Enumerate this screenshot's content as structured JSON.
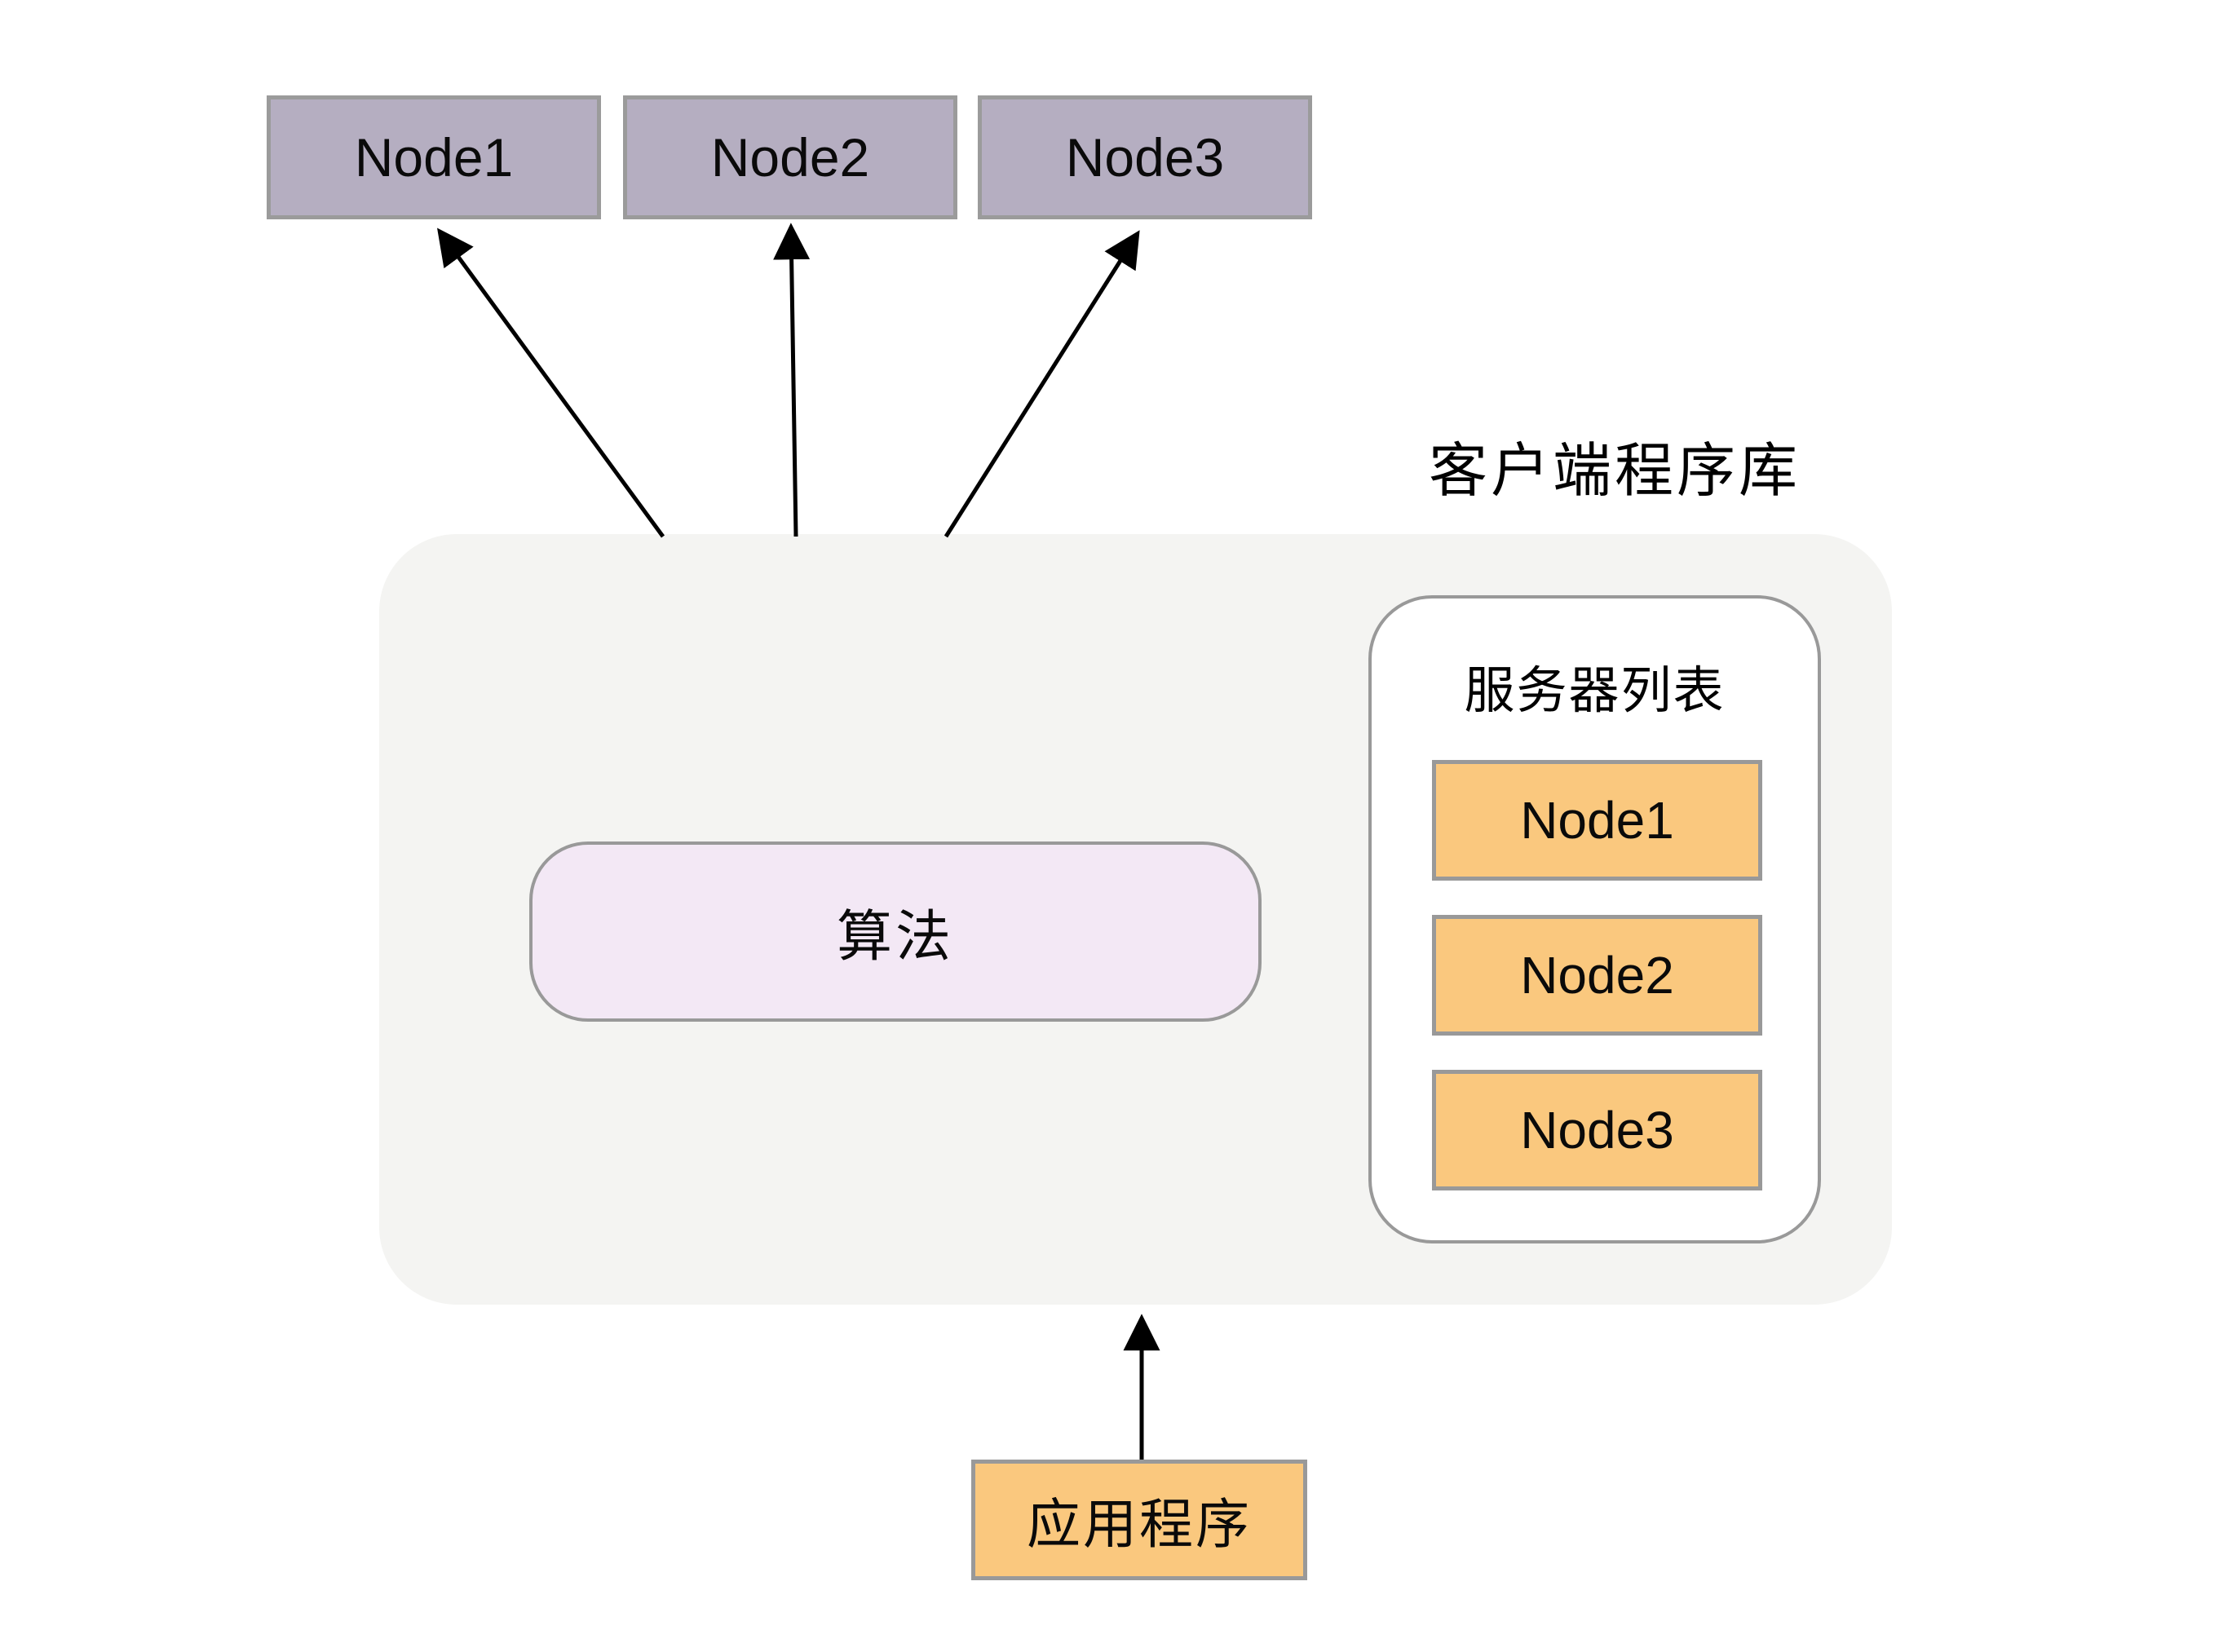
{
  "diagram": {
    "client_library_label": "客户端程序库",
    "algorithm_label": "算法",
    "application_label": "应用程序",
    "top_nodes": [
      "Node1",
      "Node2",
      "Node3"
    ],
    "server_list": {
      "title": "服务器列表",
      "nodes": [
        "Node1",
        "Node2",
        "Node3"
      ]
    },
    "colors": {
      "top_node_fill": "#b5aec1",
      "top_node_border": "#9b9b9b",
      "server_node_fill": "#fac87e",
      "application_fill": "#fac87e",
      "algorithm_fill": "#f3e8f5",
      "client_library_container_fill": "#f4f4f2",
      "server_list_fill": "#ffffff",
      "border": "#999999",
      "arrow": "#000000",
      "text": "#0a0a0a"
    }
  }
}
